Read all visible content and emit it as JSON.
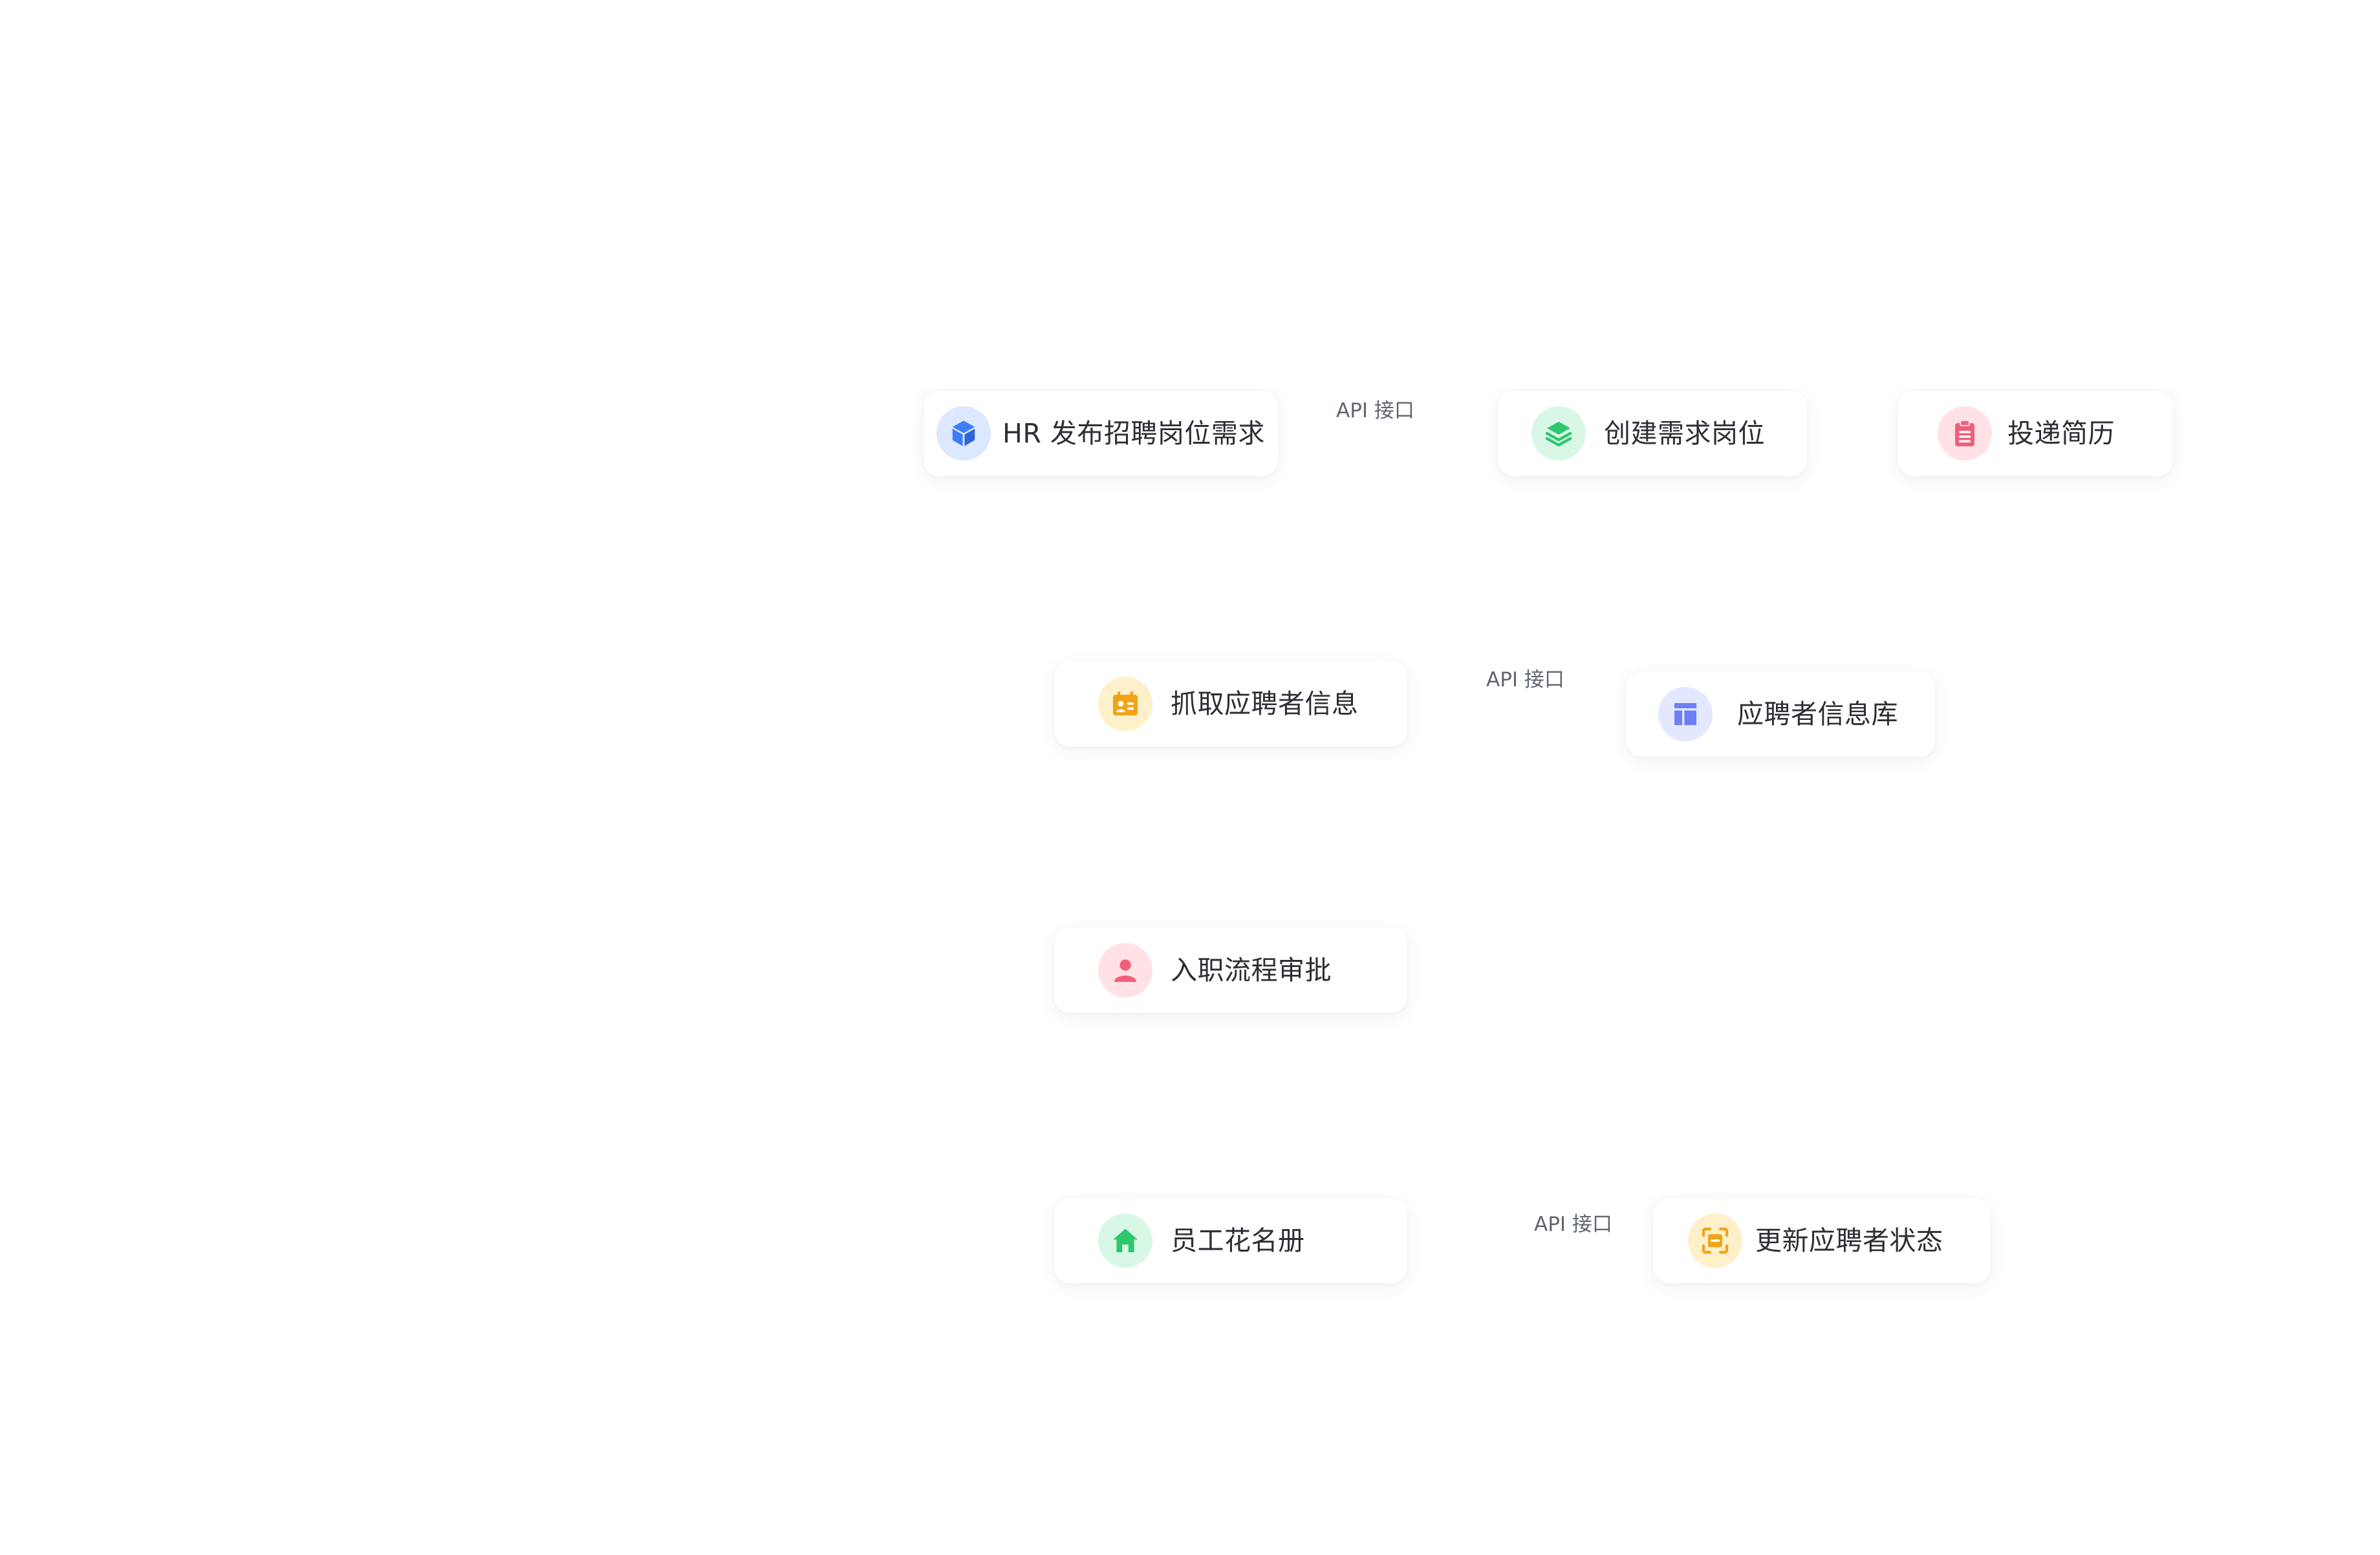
{
  "colors": {
    "blue": "#3d7ef6",
    "green": "#2dc76d",
    "red": "#f0607a",
    "amber": "#f0a41a",
    "indigo": "#6d7ff5"
  },
  "nodes": {
    "hr_publish": {
      "label": "HR 发布招聘岗位需求",
      "icon": "cube-icon"
    },
    "create_position": {
      "label": "创建需求岗位",
      "icon": "layers-icon"
    },
    "submit_resume": {
      "label": "投递简历",
      "icon": "clipboard-icon"
    },
    "fetch_applicant": {
      "label": "抓取应聘者信息",
      "icon": "id-card-icon"
    },
    "applicant_db": {
      "label": "应聘者信息库",
      "icon": "table-layout-icon"
    },
    "onboarding": {
      "label": "入职流程审批",
      "icon": "user-icon"
    },
    "roster": {
      "label": "员工花名册",
      "icon": "home-icon"
    },
    "update_status": {
      "label": "更新应聘者状态",
      "icon": "scan-icon"
    }
  },
  "edges": {
    "api_1": "API 接口",
    "api_2": "API 接口",
    "api_3": "API 接口"
  }
}
